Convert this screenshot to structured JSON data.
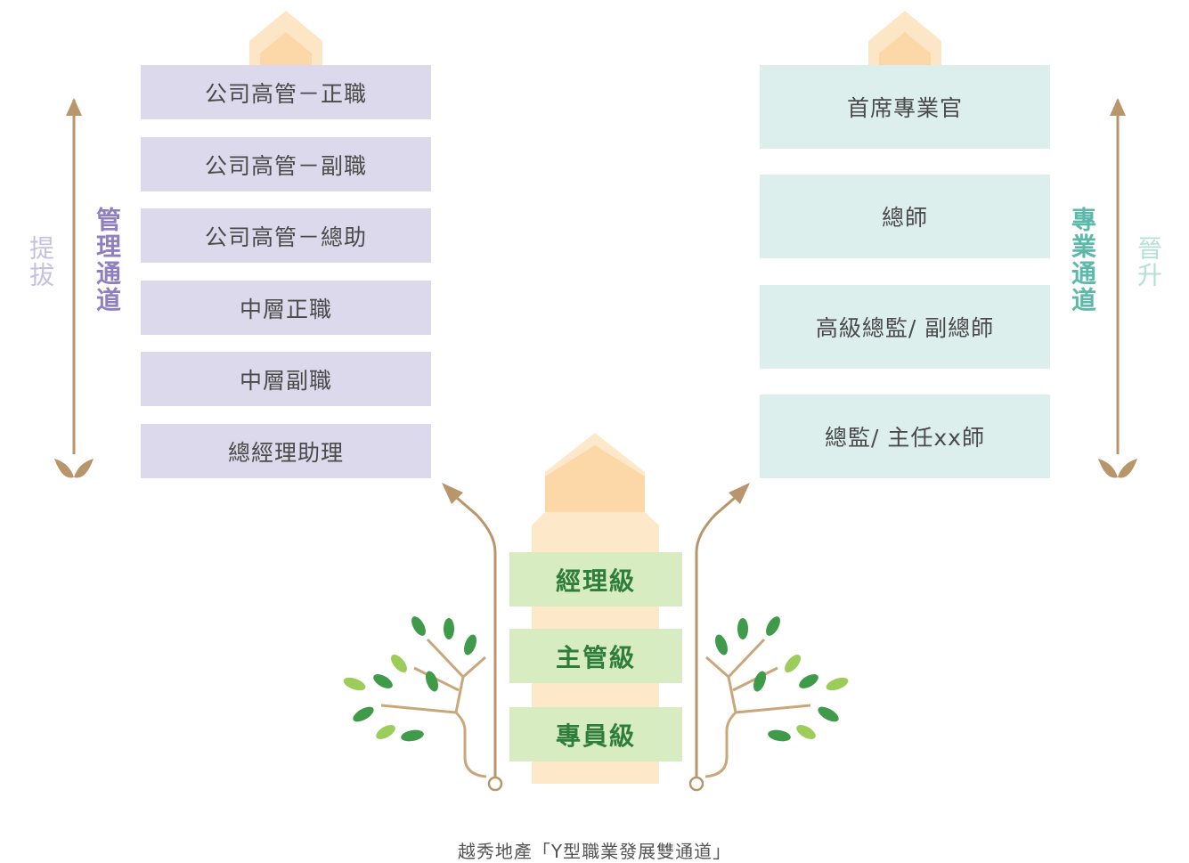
{
  "management": {
    "side_label": "提拔",
    "channel_label": "管理通道",
    "levels": [
      "公司高管－正職",
      "公司高管－副職",
      "公司高管－總助",
      "中層正職",
      "中層副職",
      "總經理助理"
    ]
  },
  "professional": {
    "side_label": "晉升",
    "channel_label": "專業通道",
    "levels": [
      "首席專業官",
      "總師",
      "高級總監/ 副總師",
      "總監/ 主任xx師"
    ]
  },
  "base_levels": [
    "經理級",
    "主管級",
    "專員級"
  ],
  "caption": "越秀地產「Y型職業發展雙通道」",
  "colors": {
    "management_box": "#dcd9ec",
    "management_text": "#8e7fbf",
    "professional_box": "#dcefec",
    "professional_text": "#5cb8a8",
    "base_box": "#d7ecc0",
    "base_text": "#2f7d3a",
    "arrow": "#b8956a",
    "house": "#fde0b8",
    "leaf_dark": "#3f9b4a",
    "leaf_light": "#9ccc5a"
  }
}
